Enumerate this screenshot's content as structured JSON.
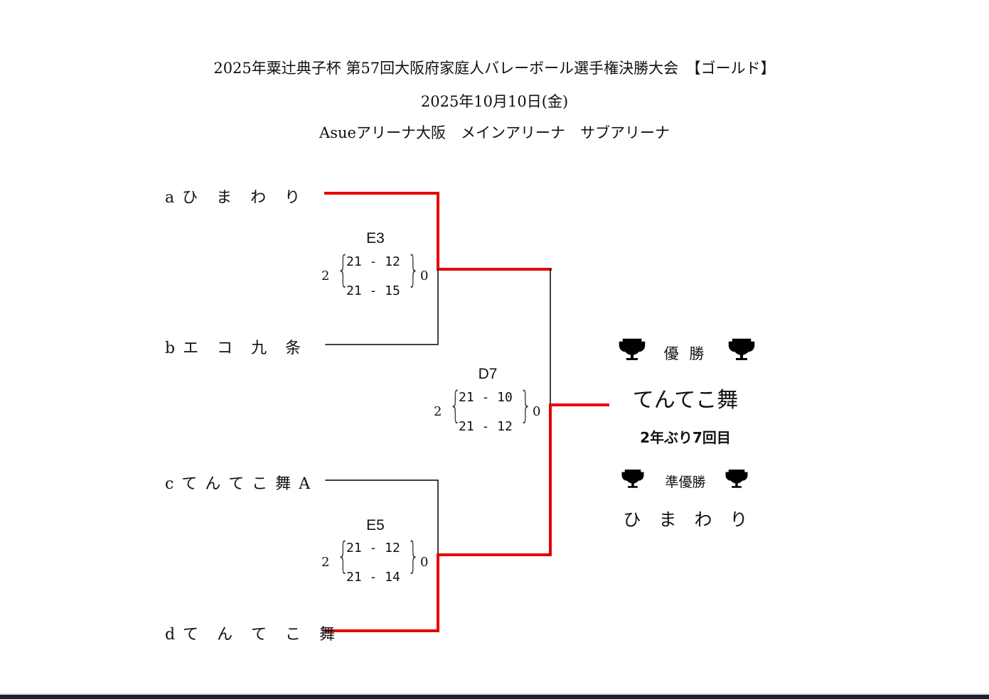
{
  "header": {
    "title": "2025年粟辻典子杯 第57回大阪府家庭人バレーボール選手権決勝大会　【ゴールド】",
    "date": "2025年10月10日(金)",
    "venue": "Asueアリーナ大阪　メインアリーナ　サブアリーナ"
  },
  "teams": [
    {
      "seed": "a",
      "name": "ひ　ま　わ　り"
    },
    {
      "seed": "b",
      "name": "エ　コ　九　条"
    },
    {
      "seed": "c",
      "name": "て ん て こ 舞 A"
    },
    {
      "seed": "d",
      "name": "て　ん　て　こ　舞"
    }
  ],
  "matches": [
    {
      "id": "E3",
      "left": "2",
      "right": "0",
      "sets": [
        "21 - 12",
        "21 - 15"
      ]
    },
    {
      "id": "D7",
      "left": "2",
      "right": "0",
      "sets": [
        "21 - 10",
        "21 - 12"
      ]
    },
    {
      "id": "E5",
      "left": "2",
      "right": "0",
      "sets": [
        "21 - 12",
        "21 - 14"
      ]
    }
  ],
  "result": {
    "champion_label": "優 勝",
    "champion": "てんてこ舞",
    "champion_note": "2年ぶり7回目",
    "runnerup_label": "準優勝",
    "runnerup": "ひ　ま　わ　り"
  },
  "colors": {
    "win_line": "#e60000",
    "line": "#000000"
  }
}
